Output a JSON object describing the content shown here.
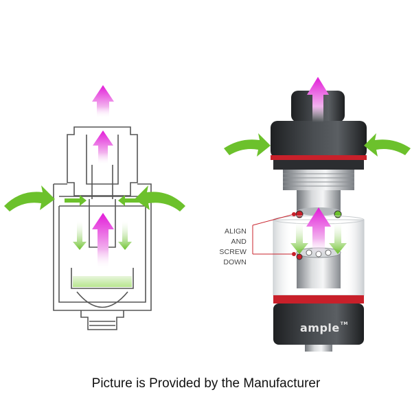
{
  "callout": {
    "line1": "ALIGN AND",
    "line2": "SCREW DOWN"
  },
  "brand": {
    "name": "ample",
    "mark": "TM"
  },
  "caption": {
    "text": "Picture is Provided by the Manufacturer"
  },
  "colors": {
    "airflow_in": "#6cc12c",
    "airflow_out": "#e21bd8",
    "tank_band": "#c8202a",
    "tank_body": "#3a3d40",
    "outline": "#555555"
  }
}
